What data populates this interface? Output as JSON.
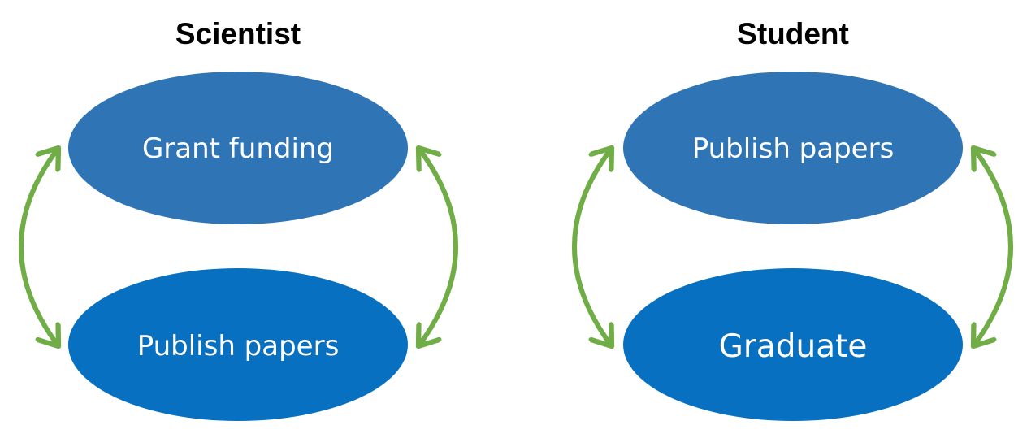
{
  "colors": {
    "background": "#ffffff",
    "node_top": "#2f74b5",
    "node_bottom": "#0870c1",
    "arrow": "#70ad47",
    "title_text": "#000000",
    "node_text": "#ffffff"
  },
  "diagrams": [
    {
      "title": "Scientist",
      "top_node": "Grant funding",
      "bottom_node": "Publish papers",
      "connections": [
        "double-headed-arrow-left",
        "double-headed-arrow-right"
      ]
    },
    {
      "title": "Student",
      "top_node": "Publish papers",
      "bottom_node": "Graduate",
      "connections": [
        "double-headed-arrow-left",
        "double-headed-arrow-right"
      ]
    }
  ]
}
